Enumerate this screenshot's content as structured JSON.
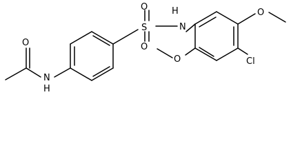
{
  "molecule": {
    "atoms": {
      "o_acetyl": "O",
      "n_amide": "N",
      "h_amide": "H",
      "s_sulfonyl": "S",
      "o_sulfonyl_top": "O",
      "o_sulfonyl_bottom": "O",
      "n_sulfonamide": "N",
      "h_sulfonamide": "H",
      "o_methoxy_top": "O",
      "cl": "Cl",
      "o_methoxy_bottom": "O"
    }
  }
}
